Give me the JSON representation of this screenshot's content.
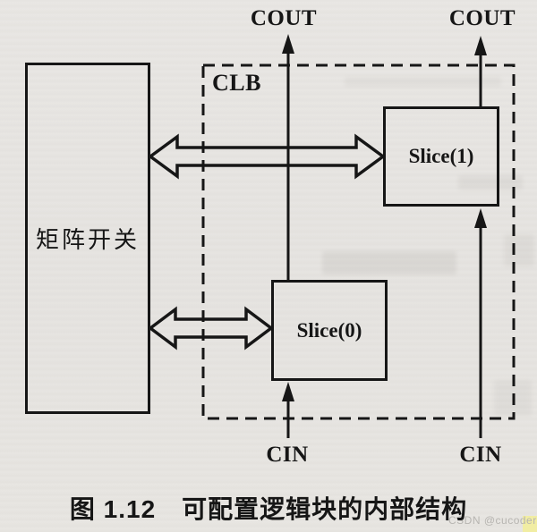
{
  "page": {
    "background_color": "#e7e5e2",
    "line_color": "#161616"
  },
  "diagram": {
    "matrix_switch": {
      "label": "矩阵开关"
    },
    "clb": {
      "label": "CLB"
    },
    "slices": [
      {
        "label": "Slice(1)"
      },
      {
        "label": "Slice(0)"
      }
    ],
    "cout_labels": [
      "COUT",
      "COUT"
    ],
    "cin_labels": [
      "CIN",
      "CIN"
    ]
  },
  "caption": {
    "text": "图 1.12　可配置逻辑块的内部结构"
  },
  "watermark": {
    "text": "CSDN @cucoder",
    "color": "#b7b5b1",
    "highlight_color": "#f1eda3"
  }
}
